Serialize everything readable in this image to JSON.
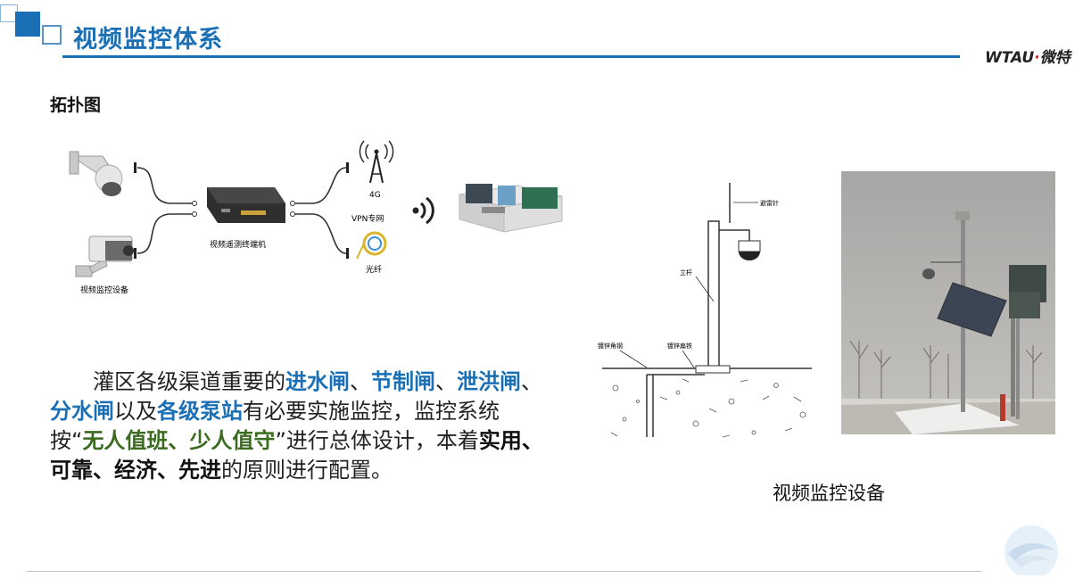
{
  "header": {
    "title": "视频监控体系",
    "logo_text": "WTAU",
    "logo_cn": "微特"
  },
  "topology": {
    "heading": "拓扑图",
    "camera_label": "视频监控设备",
    "terminal_label": "视频遥测终端机",
    "label_4g": "4G",
    "label_vpn": "VPN专网",
    "label_fiber": "光纤"
  },
  "paragraph": {
    "p1": "灌区各级渠道重要的",
    "b1": "进水闸",
    "s1": "、",
    "b2": "节制闸",
    "s2": "、",
    "b3": "泄洪闸",
    "s3": "、",
    "b4": "分水闸",
    "p2": "以及",
    "b5": "各级泵站",
    "p3": "有必要实施监控，监控系统按“",
    "g1": "无人值班、少人值守",
    "p4": "”进行总体设计，本着",
    "k1": "实用、可靠、经济、先进",
    "p5": "的原则进行配置。"
  },
  "diagram": {
    "label_arrester": "避雷针",
    "label_pole": "立杆",
    "label_ground_steel": "镀锌角钢",
    "label_ground_flat": "镀锌扁铁"
  },
  "caption": "视频监控设备",
  "colors": {
    "accent": "#1a6fb5",
    "green": "#3a6b1f"
  }
}
